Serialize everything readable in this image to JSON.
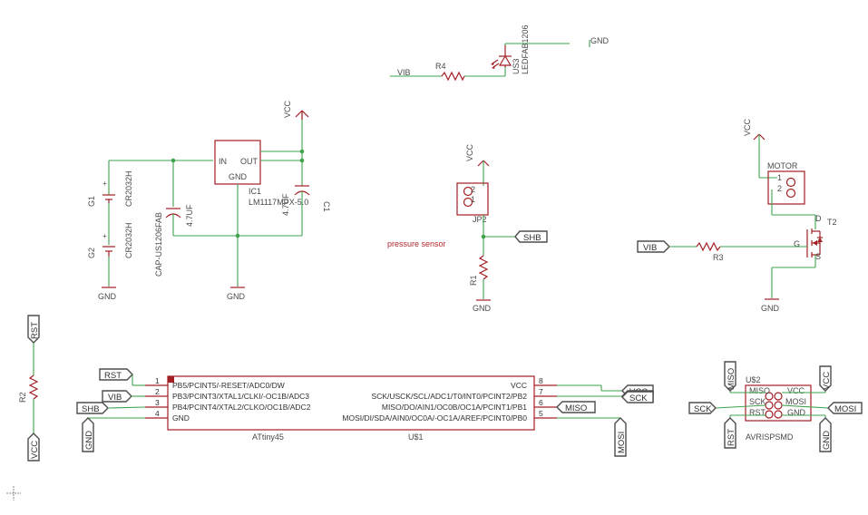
{
  "parts": {
    "r4": "R4",
    "us3": "US3",
    "led": "LEDFAB1206",
    "ic1": "IC1",
    "ic1_value": "LM1117MPX-5.0",
    "ic1_in": "IN",
    "ic1_out": "OUT",
    "ic1_gnd": "GND",
    "g1": "G1",
    "g1_value": "CR2032H",
    "g2": "G2",
    "g2_value": "CR2032H",
    "cap": "CAP-US1206FAB",
    "c_left_value": "4.7UF",
    "c1": "C1",
    "c1_value": "4.7UF",
    "jp2": "JP2",
    "jp2_pin2": "2",
    "jp2_pin1": "1",
    "pressure": "pressure sensor",
    "r1": "R1",
    "motor": "MOTOR",
    "motor_pin1": "1",
    "motor_pin2": "2",
    "t2": "T2",
    "t2_d": "D",
    "t2_g": "G",
    "t2_s": "S",
    "r3": "R3",
    "r2": "R2",
    "u1": "U$1",
    "attiny": "ATtiny45",
    "u2": "U$2",
    "avrisp": "AVRISPSMD",
    "plus": "+"
  },
  "nets": {
    "gnd": "GND",
    "vcc": "VCC",
    "vib": "VIB",
    "shb": "SHB",
    "rst": "RST",
    "sck": "SCK",
    "miso": "MISO",
    "mosi": "MOSI"
  },
  "attiny_pins": {
    "left": [
      {
        "num": "1",
        "name": "PB5/PCINT5/-RESET/ADC0/DW"
      },
      {
        "num": "2",
        "name": "PB3/PCINT3/XTAL1/CLKI/-OC1B/ADC3"
      },
      {
        "num": "3",
        "name": "PB4/PCINT4/XTAL2/CLKO/OC1B/ADC2"
      },
      {
        "num": "4",
        "name": "GND"
      }
    ],
    "right": [
      {
        "num": "8",
        "name": "VCC"
      },
      {
        "num": "7",
        "name": "SCK/USCK/SCL/ADC1/T0/INT0/PCINT2/PB2"
      },
      {
        "num": "6",
        "name": "MISO/DO/AIN1/OC0B/OC1A/PCINT1/PB1"
      },
      {
        "num": "5",
        "name": "MOSI/DI/SDA/AIN0/OC0A/-OC1A/AREF/PCINT0/PB0"
      }
    ]
  },
  "isp_pins": {
    "left": [
      "MISO",
      "SCK",
      "RST"
    ],
    "right": [
      "VCC",
      "MOSI",
      "GND"
    ]
  },
  "colors": {
    "wire": "#3fa34d",
    "part": "#a31f24",
    "text": "#4a4a4a",
    "background": "#ffffff"
  }
}
